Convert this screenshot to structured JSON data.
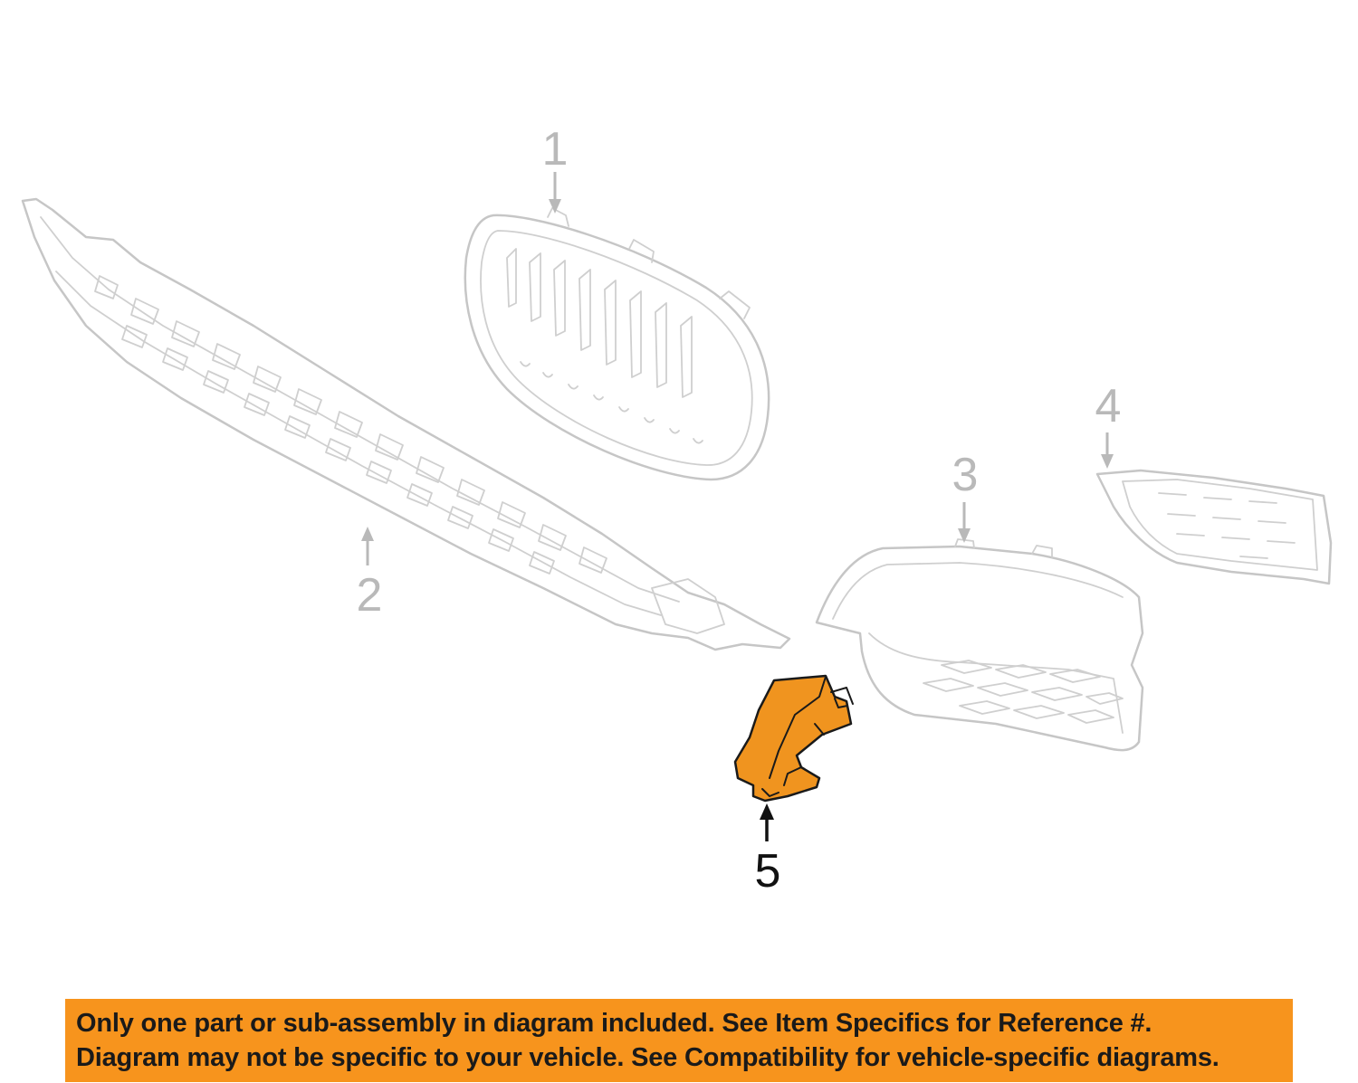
{
  "callouts": {
    "part_1": "1",
    "part_2": "2",
    "part_3": "3",
    "part_4": "4",
    "part_5": "5"
  },
  "highlighted_part": "5",
  "colors": {
    "highlight": "#f0941f",
    "banner": "#f7941d",
    "faded_line": "#c6c6c6",
    "active_text": "#111111"
  },
  "notice": {
    "line1": "Only one part or sub-assembly in diagram included. See Item Specifics for Reference #.",
    "line2": "Diagram may not be specific to your vehicle. See Compatibility for vehicle-specific diagrams."
  }
}
